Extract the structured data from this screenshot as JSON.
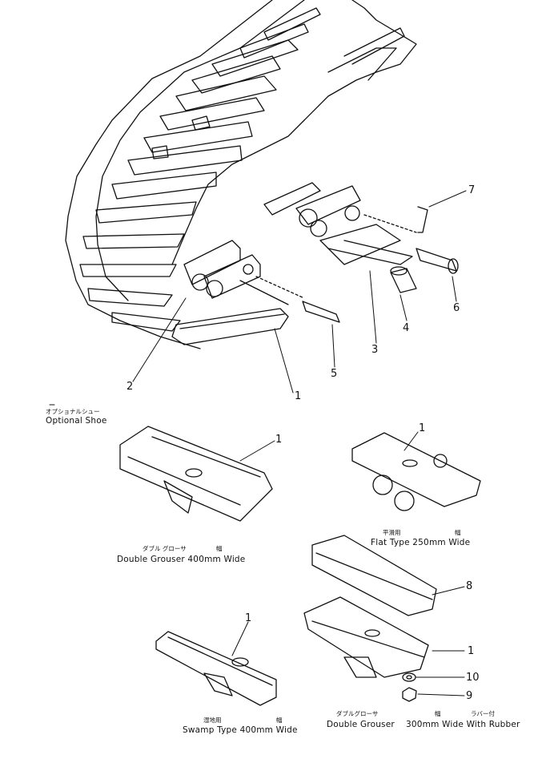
{
  "callouts": {
    "n1_main": "1",
    "n2": "2",
    "n3": "3",
    "n4": "4",
    "n5": "5",
    "n6": "6",
    "n7": "7",
    "n1_double": "1",
    "n1_flat": "1",
    "n8": "8",
    "n1_rubber": "1",
    "n10": "10",
    "n9": "9",
    "n1_swamp": "1"
  },
  "captions": {
    "optional_jp": "オプショナルシュー",
    "optional": "Optional  Shoe",
    "double400_jp": "ダブル グローサ",
    "double400_width_jp": "幅",
    "double400": "Double Grouser   400mm  Wide",
    "flat_jp": "平滑用",
    "flat_width_jp": "幅",
    "flat": "Flat Type 250mm Wide",
    "swamp_jp": "湿地用",
    "swamp_width_jp": "幅",
    "swamp": "Swamp  Type   400mm  Wide",
    "rubber_jp": "ダブルグローサ",
    "rubber_width_jp": "幅",
    "rubber_with_jp": "ラバー付",
    "rubber_a": "Double Grouser",
    "rubber_b": "300mm  Wide  With Rubber"
  }
}
